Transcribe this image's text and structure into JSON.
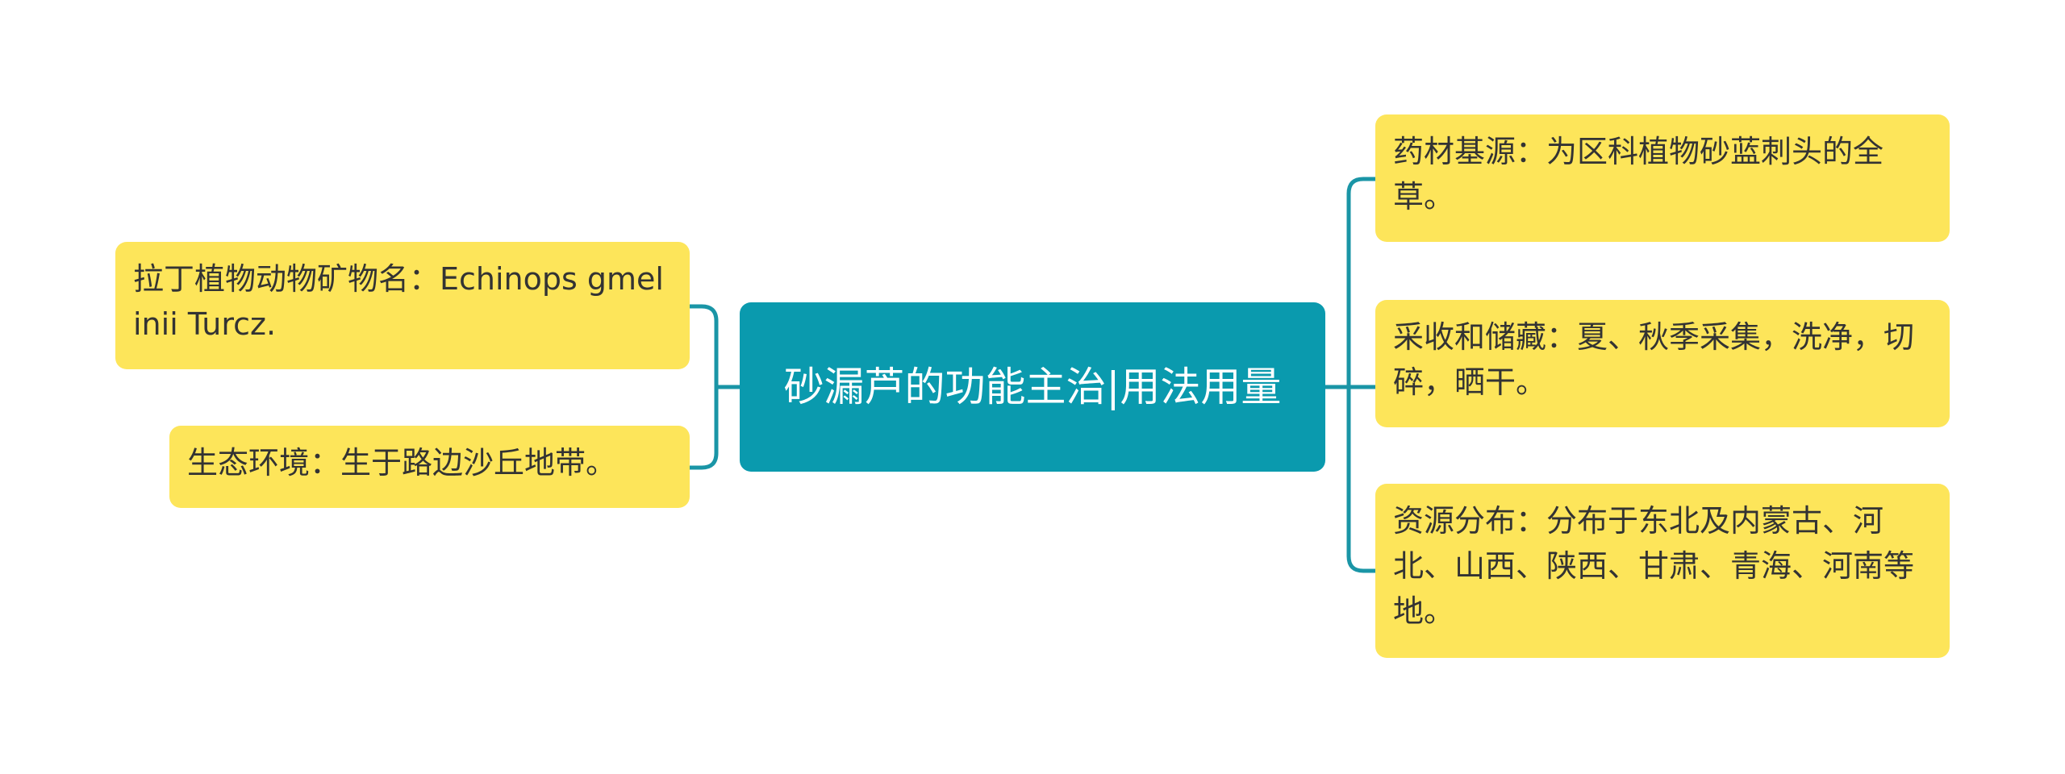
{
  "colors": {
    "central_fill": "#0a9aae",
    "leaf_fill": "#fde55a",
    "connector": "#1a95a6",
    "leaf_text": "#333333",
    "central_text": "#ffffff"
  },
  "central": {
    "label": "砂漏芦的功能主治|用法用量"
  },
  "left_branches": [
    {
      "label": "拉丁植物动物矿物名：Echinops gmelinii Turcz."
    },
    {
      "label": "生态环境：生于路边沙丘地带。"
    }
  ],
  "right_branches": [
    {
      "label": "药材基源：为区科植物砂蓝刺头的全草。"
    },
    {
      "label": "采收和储藏：夏、秋季采集，洗净，切碎，晒干。"
    },
    {
      "label": "资源分布：分布于东北及内蒙古、河北、山西、陕西、甘肃、青海、河南等地。"
    }
  ]
}
